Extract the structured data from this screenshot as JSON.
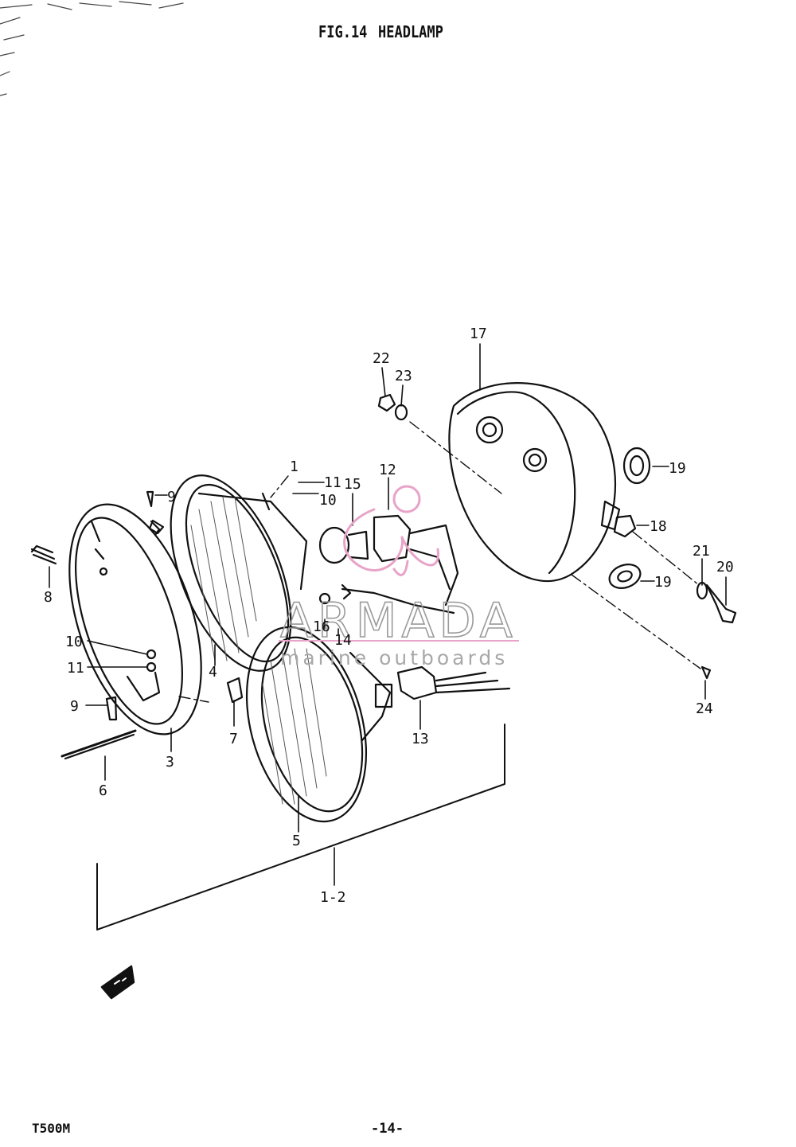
{
  "figure": {
    "fig_number": "FIG.14",
    "fig_title": "HEADLAMP"
  },
  "footer": {
    "model": "T500M",
    "page": "-14-"
  },
  "watermark": {
    "brand": "ARMADA",
    "tagline": "marine outboards",
    "accent_color": "#e8a4c8"
  },
  "callouts": [
    "17",
    "22",
    "23",
    "1",
    "11",
    "10",
    "15",
    "12",
    "9",
    "19",
    "18",
    "21",
    "20",
    "19",
    "8",
    "16",
    "14",
    "10",
    "11",
    "4",
    "9",
    "7",
    "13",
    "24",
    "3",
    "6",
    "5",
    "1-2"
  ],
  "colors": {
    "ink": "#111111",
    "paper": "#ffffff"
  },
  "icons": [
    "front-direction-arrow-icon"
  ]
}
